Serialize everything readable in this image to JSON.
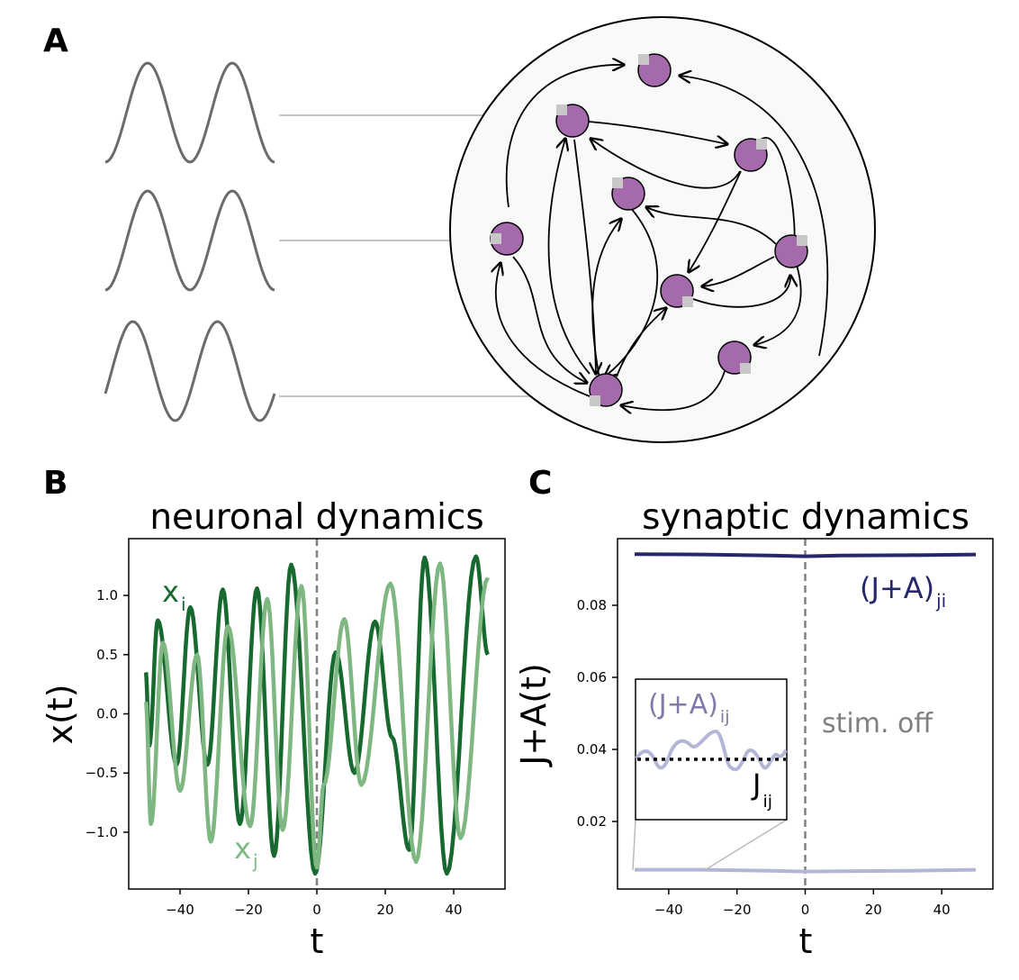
{
  "panels": {
    "a": "A",
    "b": "B",
    "c": "C"
  },
  "colors": {
    "xi": "#17692f",
    "xj": "#7fb782",
    "jji": "#27276b",
    "jij": "#b3b6d6",
    "node": "#a56aab",
    "stim_line": "#808080"
  },
  "chart_data": [
    {
      "type": "line",
      "title": "neuronal dynamics",
      "xlabel": "t",
      "ylabel": "x(t)",
      "xlim": [
        -55,
        55
      ],
      "ylim": [
        -1.48,
        1.48
      ],
      "xticks": [
        "−40",
        "−20",
        "0",
        "20",
        "40"
      ],
      "xtick_values": [
        -40,
        -20,
        0,
        20,
        40
      ],
      "yticks": [
        "1.0",
        "0.5",
        "0.0",
        "−0.5",
        "−1.0"
      ],
      "ytick_values": [
        1.0,
        0.5,
        0.0,
        -0.5,
        -1.0
      ],
      "vline": 0,
      "series": [
        {
          "name": "x_i",
          "label_main": "x",
          "label_sub": "i",
          "color": "#17692f",
          "x": [
            -50,
            -49,
            -46.5,
            -41,
            -37,
            -32,
            -27.5,
            -22.5,
            -17.5,
            -12.5,
            -7.5,
            -0.5,
            5.5,
            11,
            17,
            22,
            27,
            31.5,
            38,
            46.5,
            50
          ],
          "y": [
            0.35,
            -0.27,
            0.79,
            -0.43,
            0.9,
            -0.43,
            1.05,
            -0.93,
            1.06,
            -1.2,
            1.26,
            -1.35,
            0.52,
            -0.5,
            0.78,
            -0.2,
            -1.15,
            1.32,
            -1.35,
            1.33,
            0.5
          ]
        },
        {
          "name": "x_j",
          "label_main": "x",
          "label_sub": "j",
          "color": "#7fb782",
          "x": [
            -50,
            -48.5,
            -45,
            -40,
            -35,
            -31,
            -26,
            -19.5,
            -14.5,
            -10,
            -4.5,
            0,
            2,
            8,
            13,
            21.5,
            29,
            36,
            42,
            50
          ],
          "y": [
            0.1,
            -0.93,
            0.6,
            -0.65,
            0.5,
            -1.08,
            0.74,
            -0.95,
            0.97,
            -0.98,
            1.08,
            -1.3,
            -0.6,
            0.8,
            -0.6,
            1.1,
            -1.25,
            1.27,
            -1.05,
            1.15
          ]
        }
      ]
    },
    {
      "type": "line",
      "title": "synaptic dynamics",
      "xlabel": "t",
      "ylabel": "J+A(t)",
      "xlim": [
        -55,
        55
      ],
      "ylim": [
        0.00125,
        0.0985
      ],
      "xticks": [
        "−40",
        "−20",
        "0",
        "20",
        "40"
      ],
      "xtick_values": [
        -40,
        -20,
        0,
        20,
        40
      ],
      "yticks": [
        "0.08",
        "0.06",
        "0.04",
        "0.02"
      ],
      "ytick_values": [
        0.08,
        0.06,
        0.04,
        0.02
      ],
      "vline": 0,
      "annotation": "stim. off",
      "series": [
        {
          "name": "(J+A)_ji",
          "label_main": "(J+A)",
          "label_sub": "ji",
          "color": "#27276b",
          "x": [
            -50,
            -30,
            -10,
            0,
            10,
            30,
            50
          ],
          "y": [
            0.0942,
            0.0941,
            0.0938,
            0.0936,
            0.0938,
            0.0939,
            0.0941
          ]
        },
        {
          "name": "(J+A)_ij",
          "label_main": "(J+A)",
          "label_sub": "ij",
          "color": "#b3b6d6",
          "x": [
            -50,
            -30,
            -10,
            0,
            10,
            30,
            50
          ],
          "y": [
            0.0066,
            0.0066,
            0.0063,
            0.0061,
            0.0062,
            0.0063,
            0.0066
          ]
        }
      ],
      "inset": {
        "series_label_main": "(J+A)",
        "series_label_sub": "ij",
        "baseline_label_main": "J",
        "baseline_label_sub": "ij"
      }
    }
  ]
}
